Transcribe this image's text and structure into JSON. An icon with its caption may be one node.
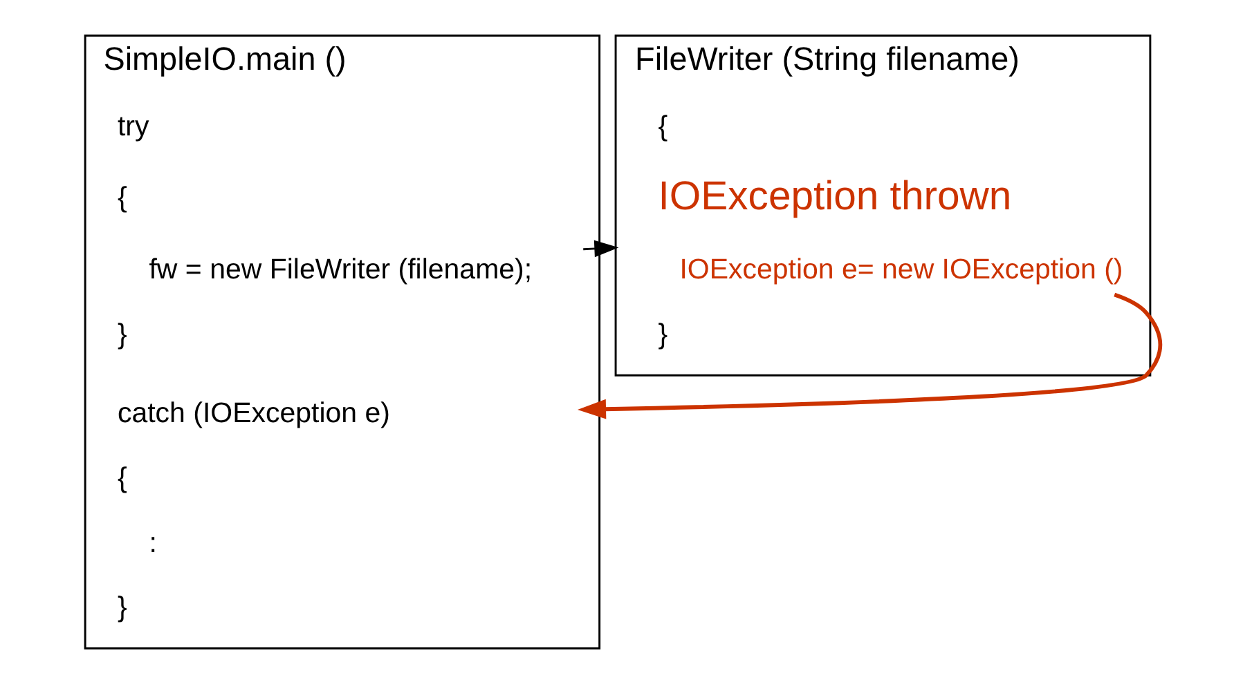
{
  "diagram": {
    "nodes": [
      {
        "text": [
          "FileWriter (String filename)"
        ]
      },
      {
        "text": [
          "{"
        ],
        "in": 0
      },
      {
        "text": [
          "IOException thrown"
        ],
        "in": 0
      },
      {
        "text": [
          "IOException e= new IOException ()"
        ],
        "in": 0
      },
      {
        "text": [
          "}"
        ],
        "in": 0
      },
      {
        "text": [
          "SimpleIO.main ()"
        ]
      },
      {
        "text": [
          "try"
        ],
        "in": 5
      },
      {
        "text": [
          "{"
        ],
        "in": 5
      },
      {
        "text": [
          "fw = new FileWriter (filename);"
        ],
        "in": 5
      },
      {
        "text": [
          "}"
        ],
        "in": 5
      },
      {
        "text": [
          "catch (IOException e)"
        ],
        "in": 5
      },
      {
        "text": [
          "{"
        ],
        "in": 5
      },
      {
        "text": [
          ":"
        ],
        "in": 5
      },
      {
        "text": [
          "}"
        ],
        "in": 5
      }
    ],
    "edges": [
      {
        "from": 8,
        "to": 0,
        "arrow": "to"
      },
      {
        "from": 3,
        "to": 10,
        "arrow": "to",
        "color": "#cc3300"
      }
    ]
  }
}
